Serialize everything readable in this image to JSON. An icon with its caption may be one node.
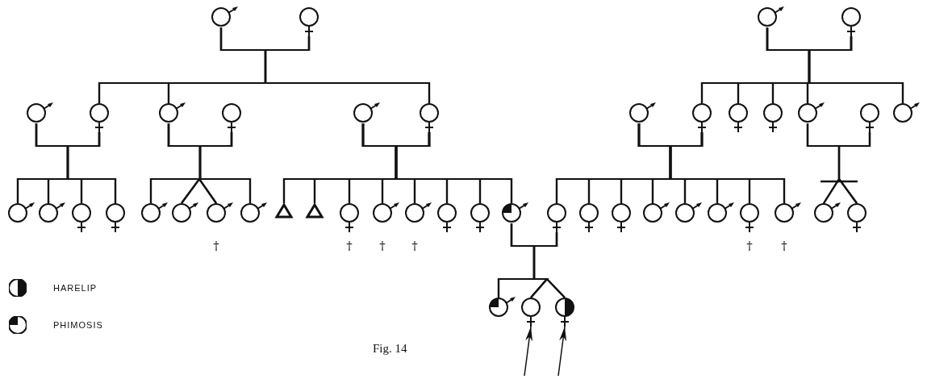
{
  "diagram": {
    "caption": "Fig. 14",
    "nodes": [
      {
        "text": [],
        "shape": "circle"
      },
      {
        "text": [],
        "shape": "circle"
      },
      {
        "text": [],
        "shape": "circle"
      },
      {
        "text": [],
        "shape": "circle"
      },
      {
        "text": [],
        "shape": "circle"
      },
      {
        "text": [],
        "shape": "circle"
      },
      {
        "text": [],
        "shape": "circle"
      },
      {
        "text": [],
        "shape": "circle"
      },
      {
        "text": [],
        "shape": "circle"
      },
      {
        "text": [],
        "shape": "circle"
      },
      {
        "text": [],
        "shape": "circle"
      },
      {
        "text": [],
        "shape": "circle"
      },
      {
        "text": [],
        "shape": "circle"
      },
      {
        "text": [],
        "shape": "circle"
      },
      {
        "text": [],
        "shape": "circle"
      },
      {
        "text": [],
        "shape": "circle"
      },
      {
        "text": [],
        "shape": "circle"
      },
      {
        "text": [],
        "shape": "circle"
      },
      {
        "text": [],
        "shape": "circle"
      },
      {
        "text": [],
        "shape": "circle"
      },
      {
        "text": [],
        "shape": "circle"
      },
      {
        "text": [],
        "shape": "circle"
      },
      {
        "text": [],
        "shape": "circle"
      },
      {
        "text": [],
        "shape": "circle",
        "beside": [
          "†"
        ]
      },
      {
        "text": [],
        "shape": "circle"
      },
      {
        "text": [],
        "shape": "triangle"
      },
      {
        "text": [],
        "shape": "triangle"
      },
      {
        "text": [],
        "shape": "circle",
        "beside": [
          "†"
        ]
      },
      {
        "text": [],
        "shape": "circle",
        "beside": [
          "†"
        ]
      },
      {
        "text": [],
        "shape": "circle",
        "beside": [
          "†"
        ]
      },
      {
        "text": [],
        "shape": "circle"
      },
      {
        "text": [],
        "shape": "circle"
      },
      {
        "text": [],
        "shape": "circle"
      },
      {
        "text": [],
        "shape": "circle"
      },
      {
        "text": [],
        "shape": "circle"
      },
      {
        "text": [],
        "shape": "circle"
      },
      {
        "text": [],
        "shape": "circle"
      },
      {
        "text": [],
        "shape": "circle"
      },
      {
        "text": [],
        "shape": "circle"
      },
      {
        "text": [],
        "shape": "circle",
        "beside": [
          "†"
        ]
      },
      {
        "text": [],
        "shape": "circle",
        "beside": [
          "†"
        ]
      },
      {
        "text": [],
        "shape": "circle"
      },
      {
        "text": [],
        "shape": "circle"
      },
      {
        "text": [],
        "shape": "circle"
      },
      {
        "text": [],
        "shape": "circle"
      },
      {
        "text": [],
        "shape": "circle"
      }
    ],
    "edges": [
      {
        "from": 0,
        "to": 1,
        "arrow": "none"
      },
      {
        "from": 0,
        "to": 5,
        "arrow": "none"
      },
      {
        "from": 1,
        "to": 5,
        "arrow": "none"
      },
      {
        "from": 0,
        "to": 6,
        "arrow": "none"
      },
      {
        "from": 1,
        "to": 6,
        "arrow": "none"
      },
      {
        "from": 0,
        "to": 9,
        "arrow": "none"
      },
      {
        "from": 1,
        "to": 9,
        "arrow": "none"
      },
      {
        "from": 2,
        "to": 3,
        "arrow": "none"
      },
      {
        "from": 2,
        "to": 11,
        "arrow": "none"
      },
      {
        "from": 3,
        "to": 11,
        "arrow": "none"
      },
      {
        "from": 2,
        "to": 12,
        "arrow": "none"
      },
      {
        "from": 3,
        "to": 12,
        "arrow": "none"
      },
      {
        "from": 2,
        "to": 13,
        "arrow": "none"
      },
      {
        "from": 3,
        "to": 13,
        "arrow": "none"
      },
      {
        "from": 2,
        "to": 14,
        "arrow": "none"
      },
      {
        "from": 3,
        "to": 14,
        "arrow": "none"
      },
      {
        "from": 2,
        "to": 16,
        "arrow": "none"
      },
      {
        "from": 3,
        "to": 16,
        "arrow": "none"
      },
      {
        "from": 4,
        "to": 5,
        "arrow": "none"
      },
      {
        "from": 4,
        "to": 17,
        "arrow": "none"
      },
      {
        "from": 5,
        "to": 17,
        "arrow": "none"
      },
      {
        "from": 4,
        "to": 18,
        "arrow": "none"
      },
      {
        "from": 5,
        "to": 18,
        "arrow": "none"
      },
      {
        "from": 4,
        "to": 19,
        "arrow": "none"
      },
      {
        "from": 5,
        "to": 19,
        "arrow": "none"
      },
      {
        "from": 4,
        "to": 20,
        "arrow": "none"
      },
      {
        "from": 5,
        "to": 20,
        "arrow": "none"
      },
      {
        "from": 6,
        "to": 7,
        "arrow": "none"
      },
      {
        "from": 6,
        "to": 21,
        "arrow": "none"
      },
      {
        "from": 7,
        "to": 21,
        "arrow": "none"
      },
      {
        "from": 6,
        "to": 22,
        "arrow": "none"
      },
      {
        "from": 7,
        "to": 22,
        "arrow": "none"
      },
      {
        "from": 6,
        "to": 23,
        "arrow": "none"
      },
      {
        "from": 7,
        "to": 23,
        "arrow": "none"
      },
      {
        "from": 6,
        "to": 24,
        "arrow": "none"
      },
      {
        "from": 7,
        "to": 24,
        "arrow": "none"
      },
      {
        "from": 8,
        "to": 9,
        "arrow": "none"
      },
      {
        "from": 8,
        "to": 25,
        "arrow": "none"
      },
      {
        "from": 9,
        "to": 25,
        "arrow": "none"
      },
      {
        "from": 8,
        "to": 26,
        "arrow": "none"
      },
      {
        "from": 9,
        "to": 26,
        "arrow": "none"
      },
      {
        "from": 8,
        "to": 27,
        "arrow": "none"
      },
      {
        "from": 9,
        "to": 27,
        "arrow": "none"
      },
      {
        "from": 8,
        "to": 28,
        "arrow": "none"
      },
      {
        "from": 9,
        "to": 28,
        "arrow": "none"
      },
      {
        "from": 8,
        "to": 29,
        "arrow": "none"
      },
      {
        "from": 9,
        "to": 29,
        "arrow": "none"
      },
      {
        "from": 8,
        "to": 30,
        "arrow": "none"
      },
      {
        "from": 9,
        "to": 30,
        "arrow": "none"
      },
      {
        "from": 8,
        "to": 31,
        "arrow": "none"
      },
      {
        "from": 9,
        "to": 31,
        "arrow": "none"
      },
      {
        "from": 8,
        "to": 32,
        "arrow": "none"
      },
      {
        "from": 9,
        "to": 32,
        "arrow": "none"
      },
      {
        "from": 10,
        "to": 11,
        "arrow": "none"
      },
      {
        "from": 10,
        "to": 33,
        "arrow": "none"
      },
      {
        "from": 11,
        "to": 33,
        "arrow": "none"
      },
      {
        "from": 10,
        "to": 34,
        "arrow": "none"
      },
      {
        "from": 11,
        "to": 34,
        "arrow": "none"
      },
      {
        "from": 10,
        "to": 35,
        "arrow": "none"
      },
      {
        "from": 11,
        "to": 35,
        "arrow": "none"
      },
      {
        "from": 10,
        "to": 36,
        "arrow": "none"
      },
      {
        "from": 11,
        "to": 36,
        "arrow": "none"
      },
      {
        "from": 10,
        "to": 37,
        "arrow": "none"
      },
      {
        "from": 11,
        "to": 37,
        "arrow": "none"
      },
      {
        "from": 10,
        "to": 38,
        "arrow": "none"
      },
      {
        "from": 11,
        "to": 38,
        "arrow": "none"
      },
      {
        "from": 10,
        "to": 39,
        "arrow": "none"
      },
      {
        "from": 11,
        "to": 39,
        "arrow": "none"
      },
      {
        "from": 10,
        "to": 40,
        "arrow": "none"
      },
      {
        "from": 11,
        "to": 40,
        "arrow": "none"
      },
      {
        "from": 14,
        "to": 15,
        "arrow": "none"
      },
      {
        "from": 14,
        "to": 41,
        "arrow": "none"
      },
      {
        "from": 15,
        "to": 41,
        "arrow": "none"
      },
      {
        "from": 14,
        "to": 42,
        "arrow": "none"
      },
      {
        "from": 15,
        "to": 42,
        "arrow": "none"
      },
      {
        "from": 32,
        "to": 33,
        "arrow": "none"
      },
      {
        "from": 32,
        "to": 43,
        "arrow": "none"
      },
      {
        "from": 33,
        "to": 43,
        "arrow": "none"
      },
      {
        "from": 32,
        "to": 44,
        "arrow": "none"
      },
      {
        "from": 33,
        "to": 44,
        "arrow": "none"
      },
      {
        "from": 32,
        "to": 45,
        "arrow": "none"
      },
      {
        "from": 33,
        "to": 45,
        "arrow": "none"
      },
      {
        "from": null,
        "to": 44,
        "arrow": "to"
      },
      {
        "from": null,
        "to": 45,
        "arrow": "to"
      }
    ],
    "legend": [
      {
        "text": "HARELIP"
      },
      {
        "text": "PHIMOSIS"
      }
    ]
  }
}
